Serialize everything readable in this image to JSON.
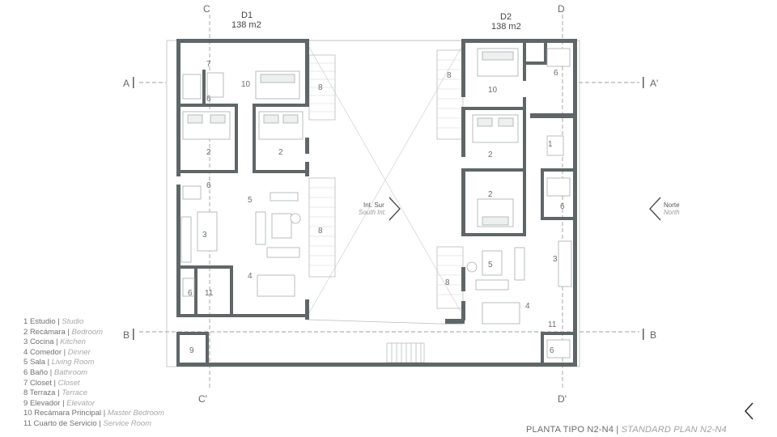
{
  "units": [
    {
      "name": "D1",
      "area": "138 m2"
    },
    {
      "name": "D2",
      "area": "138 m2"
    }
  ],
  "axes": {
    "c_top": "C",
    "c_bottom": "C'",
    "d_top": "D",
    "d_bottom": "D'",
    "a_left": "A",
    "a_right": "A'",
    "b_left": "B",
    "b_right": "B"
  },
  "orientation": {
    "south_label": "Int. Sur",
    "south_label_en": "South Int.",
    "north_label": "Norte",
    "north_label_en": "North"
  },
  "room_numbers_d1": [
    "7",
    "10",
    "6",
    "8",
    "2",
    "2",
    "6",
    "5",
    "3",
    "8",
    "4",
    "6",
    "11",
    "9"
  ],
  "room_numbers_d2": [
    "8",
    "10",
    "6",
    "1",
    "2",
    "2",
    "6",
    "5",
    "3",
    "8",
    "4",
    "11",
    "6"
  ],
  "legend": [
    {
      "num": "1",
      "es": "Estudio",
      "en": "Studio"
    },
    {
      "num": "2",
      "es": "Recámara",
      "en": "Bedroom"
    },
    {
      "num": "3",
      "es": "Cocina",
      "en": "Kitchen"
    },
    {
      "num": "4",
      "es": "Comedor",
      "en": "Dinner"
    },
    {
      "num": "5",
      "es": "Sala",
      "en": "Living Room"
    },
    {
      "num": "6",
      "es": "Baño",
      "en": "Bathroom"
    },
    {
      "num": "7",
      "es": "Closet",
      "en": "Closet"
    },
    {
      "num": "8",
      "es": "Terraza",
      "en": "Terrace"
    },
    {
      "num": "9",
      "es": "Elevador",
      "en": "Elevator"
    },
    {
      "num": "10",
      "es": "Recámara Principal",
      "en": "Master Bedroom"
    },
    {
      "num": "11",
      "es": "Cuarto de Servicio",
      "en": "Service Room"
    }
  ],
  "title": {
    "es": "PLANTA TIPO N2-N4",
    "separator": " | ",
    "en": "STANDARD PLAN N2-N4"
  },
  "colors": {
    "wall": "#5f6668",
    "line": "#b9bdbd",
    "text": "#6d6d6d",
    "muted": "#a8a8a8"
  },
  "icons": {
    "nav": "chevron-left-icon",
    "south_arrow": "chevron-right-icon",
    "north_arrow": "chevron-left-icon"
  }
}
